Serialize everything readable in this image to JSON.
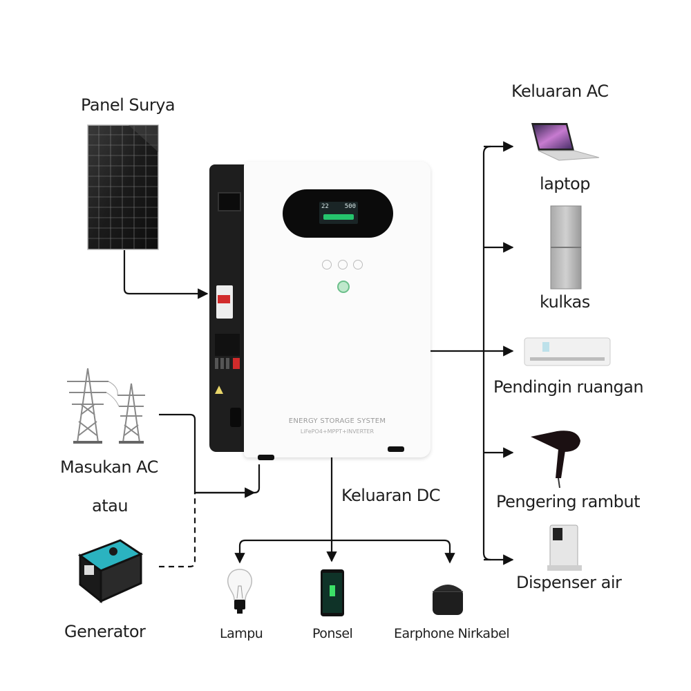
{
  "diagram": {
    "inputs": {
      "solar": {
        "label": "Panel Surya",
        "icon": "solar-panel-icon"
      },
      "grid": {
        "label": "Masukan AC",
        "icon": "power-tower-icon"
      },
      "or_text": "atau",
      "generator": {
        "label": "Generator",
        "icon": "generator-icon",
        "accent": "#2bb3c0"
      }
    },
    "device": {
      "title": "ENERGY STORAGE SYSTEM",
      "subtitle": "LiFePO4+MPPT+INVERTER",
      "display": {
        "left_value": "22",
        "right_value": "500"
      },
      "screen_color": "#28e07a"
    },
    "ac_output": {
      "heading": "Keluaran AC",
      "items": [
        {
          "label": "laptop",
          "icon": "laptop-icon"
        },
        {
          "label": "kulkas",
          "icon": "refrigerator-icon"
        },
        {
          "label": "Pendingin ruangan",
          "icon": "air-conditioner-icon"
        },
        {
          "label": "Pengering rambut",
          "icon": "hair-dryer-icon"
        },
        {
          "label": "Dispenser air",
          "icon": "water-dispenser-icon"
        }
      ]
    },
    "dc_output": {
      "heading": "Keluaran DC",
      "items": [
        {
          "label": "Lampu",
          "icon": "light-bulb-icon"
        },
        {
          "label": "Ponsel",
          "icon": "smartphone-icon"
        },
        {
          "label": "Earphone Nirkabel",
          "icon": "wireless-earbuds-icon"
        }
      ]
    }
  }
}
